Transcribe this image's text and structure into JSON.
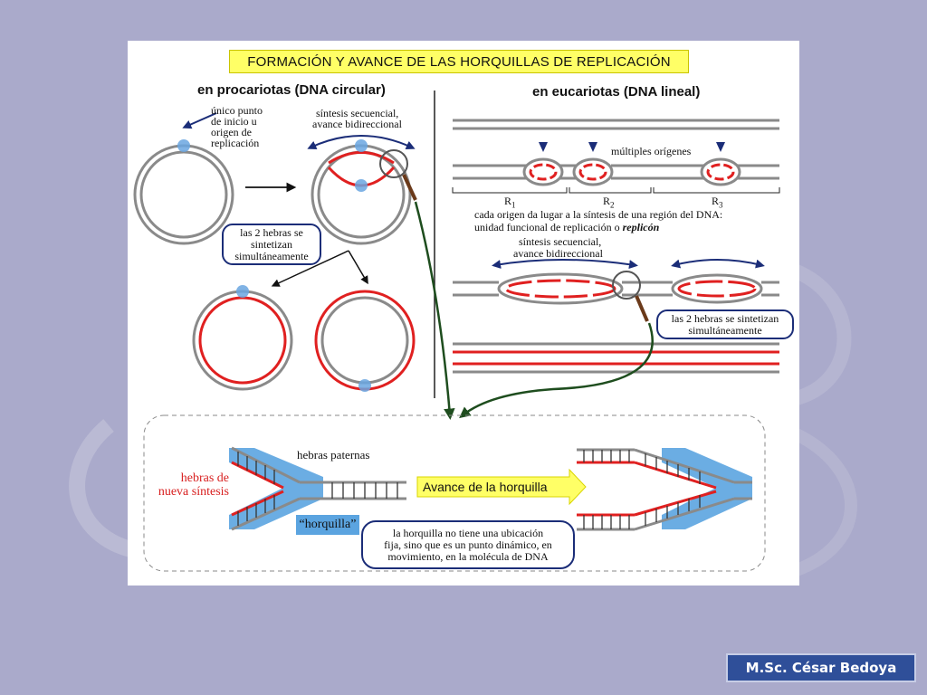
{
  "title": "FORMACIÓN Y AVANCE DE LAS HORQUILLAS DE REPLICACIÓN",
  "prokaryote": {
    "heading": "en procariotas (DNA circular)",
    "origin_label": [
      "único punto",
      "de inicio u",
      "origen de",
      "replicación"
    ],
    "synthesis_label": [
      "síntesis secuencial,",
      "avance bidireccional"
    ],
    "bubble": [
      "las 2 hebras se",
      "sintetizan",
      "simultáneamente"
    ]
  },
  "eukaryote": {
    "heading": "en eucariotas (DNA lineal)",
    "origins_label": "múltiples orígenes",
    "replicons": [
      "R",
      "R",
      "R"
    ],
    "replicon_subs": [
      "1",
      "2",
      "3"
    ],
    "caption_1": "cada origen da lugar a la síntesis de una región del DNA:",
    "caption_2": "unidad funcional de replicación o ",
    "caption_2_em": "replicón",
    "synthesis_label": [
      "síntesis secuencial,",
      "avance bidireccional"
    ],
    "bubble": [
      "las 2 hebras se sintetizan",
      "simultáneamente"
    ]
  },
  "fork": {
    "parental_label": "hebras paternas",
    "new_strand_label": [
      "hebras de",
      "nueva síntesis"
    ],
    "advance_label": "Avance de la horquilla",
    "fork_tag": "“horquilla”",
    "bubble": [
      "la horquilla no tiene una ubicación",
      "fija, sino que es un punto dinámico, en",
      "movimiento, en la molécula de DNA"
    ]
  },
  "credit": "M.Sc. César Bedoya",
  "colors": {
    "background": "#aaaacb",
    "strand_gray": "#8a8a8a",
    "new_strand_red": "#e02020",
    "origin_blue": "#6aa6e0",
    "arrow_navy": "#1b2d78",
    "title_yellow": "#ffff66",
    "fork_green": "#1e4d1e"
  }
}
